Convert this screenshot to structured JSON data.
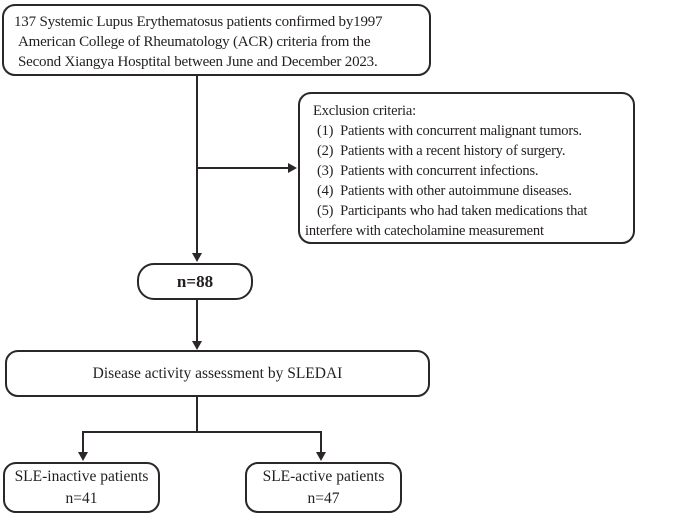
{
  "figure": {
    "background": "#ffffff",
    "line_color": "#2b2627",
    "text_color": "#231f20",
    "nodes": {
      "cohort": {
        "lines": [
          "137 Systemic Lupus Erythematosus patients confirmed by1997",
          "American College of Rheumatology (ACR) criteria from the",
          "Second Xiangya Hosptital between June and December 2023."
        ]
      },
      "exclusion": {
        "title": "Exclusion criteria:",
        "items": [
          "(1)  Patients with concurrent malignant tumors.",
          "(2)  Patients with a recent history of surgery.",
          "(3)  Patients with concurrent infections.",
          "(4)  Patients with other autoimmune diseases.",
          "(5)  Participants who had taken medications that interfere with catecholamine measurement"
        ]
      },
      "enrolled": {
        "label": "n=88"
      },
      "assessment": {
        "label": "Disease activity assessment by SLEDAI"
      },
      "inactive": {
        "label": "SLE-inactive patients",
        "count": "n=41"
      },
      "active": {
        "label": "SLE-active patients",
        "count": "n=47"
      }
    }
  }
}
